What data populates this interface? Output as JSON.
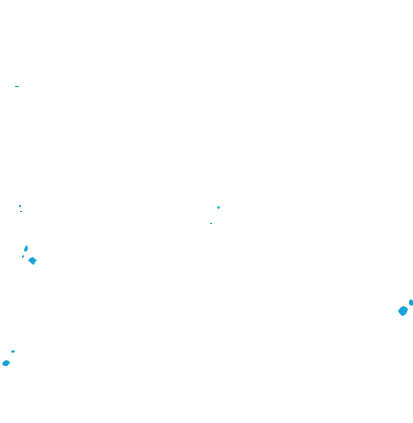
{
  "map": {
    "background_color": "#ffffff",
    "feature_color": "#1aa3d9",
    "features": [
      "speck-a",
      "speck-b",
      "speck-c",
      "speck-d",
      "speck-e",
      "islet-f",
      "islet-g",
      "islet-h",
      "islet-i",
      "islet-j"
    ]
  }
}
